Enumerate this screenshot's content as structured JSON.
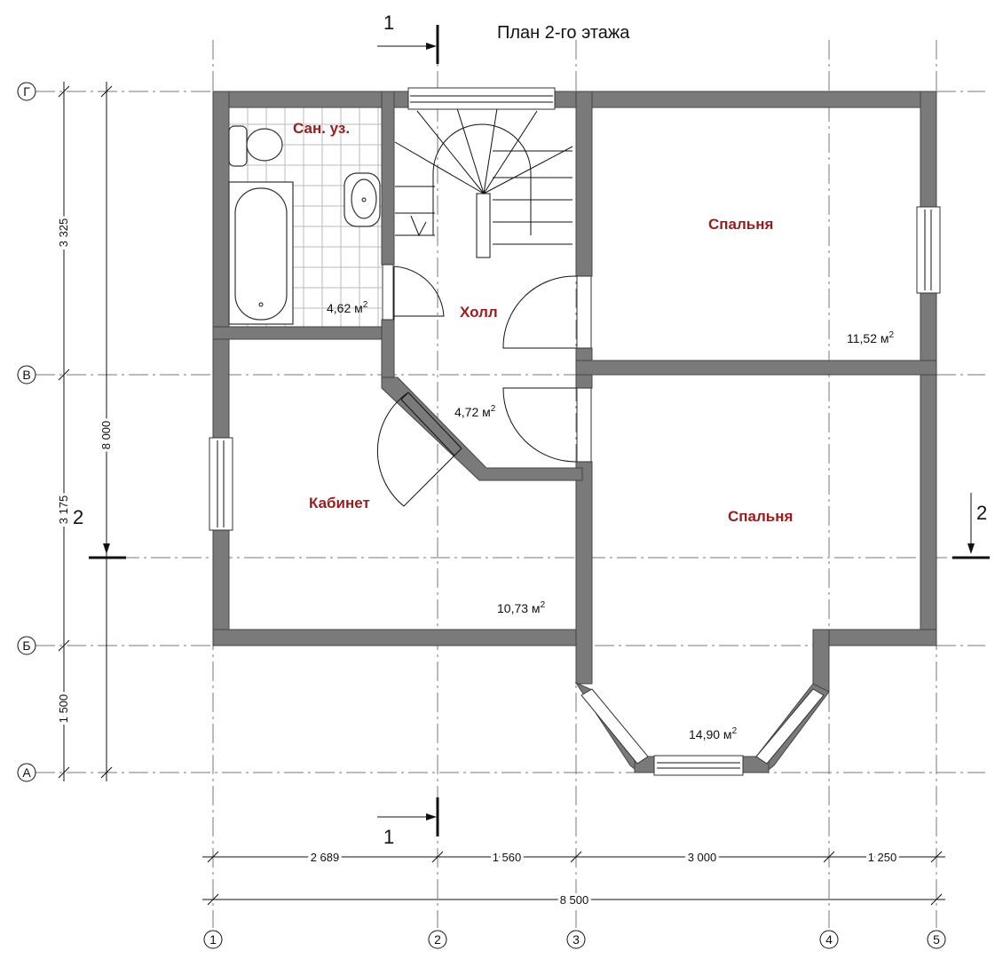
{
  "title": "План 2-го этажа",
  "rooms": {
    "bathroom": {
      "name": "Сан. уз.",
      "area": "4,62 м",
      "area_sup": "2"
    },
    "hall": {
      "name": "Холл",
      "area": "4,72 м",
      "area_sup": "2"
    },
    "bedroom_top": {
      "name": "Спальня",
      "area": "11,52 м",
      "area_sup": "2"
    },
    "study": {
      "name": "Кабинет",
      "area": "10,73 м",
      "area_sup": "2"
    },
    "bedroom_bottom": {
      "name": "Спальня",
      "area": "14,90 м",
      "area_sup": "2"
    }
  },
  "axes": {
    "letters": [
      "Г",
      "В",
      "Б",
      "А"
    ],
    "numbers": [
      "1",
      "2",
      "3",
      "4",
      "5"
    ]
  },
  "dimensions": {
    "horizontal": [
      "2 689",
      "1 560",
      "3 000",
      "1 250"
    ],
    "horizontal_total": "8 500",
    "vertical": [
      "3 325",
      "3 175",
      "1 500"
    ],
    "vertical_total": "8 000"
  },
  "section_marks": {
    "section_1_top": "1",
    "section_1_bottom": "1",
    "section_2_left": "2",
    "section_2_right": "2"
  }
}
